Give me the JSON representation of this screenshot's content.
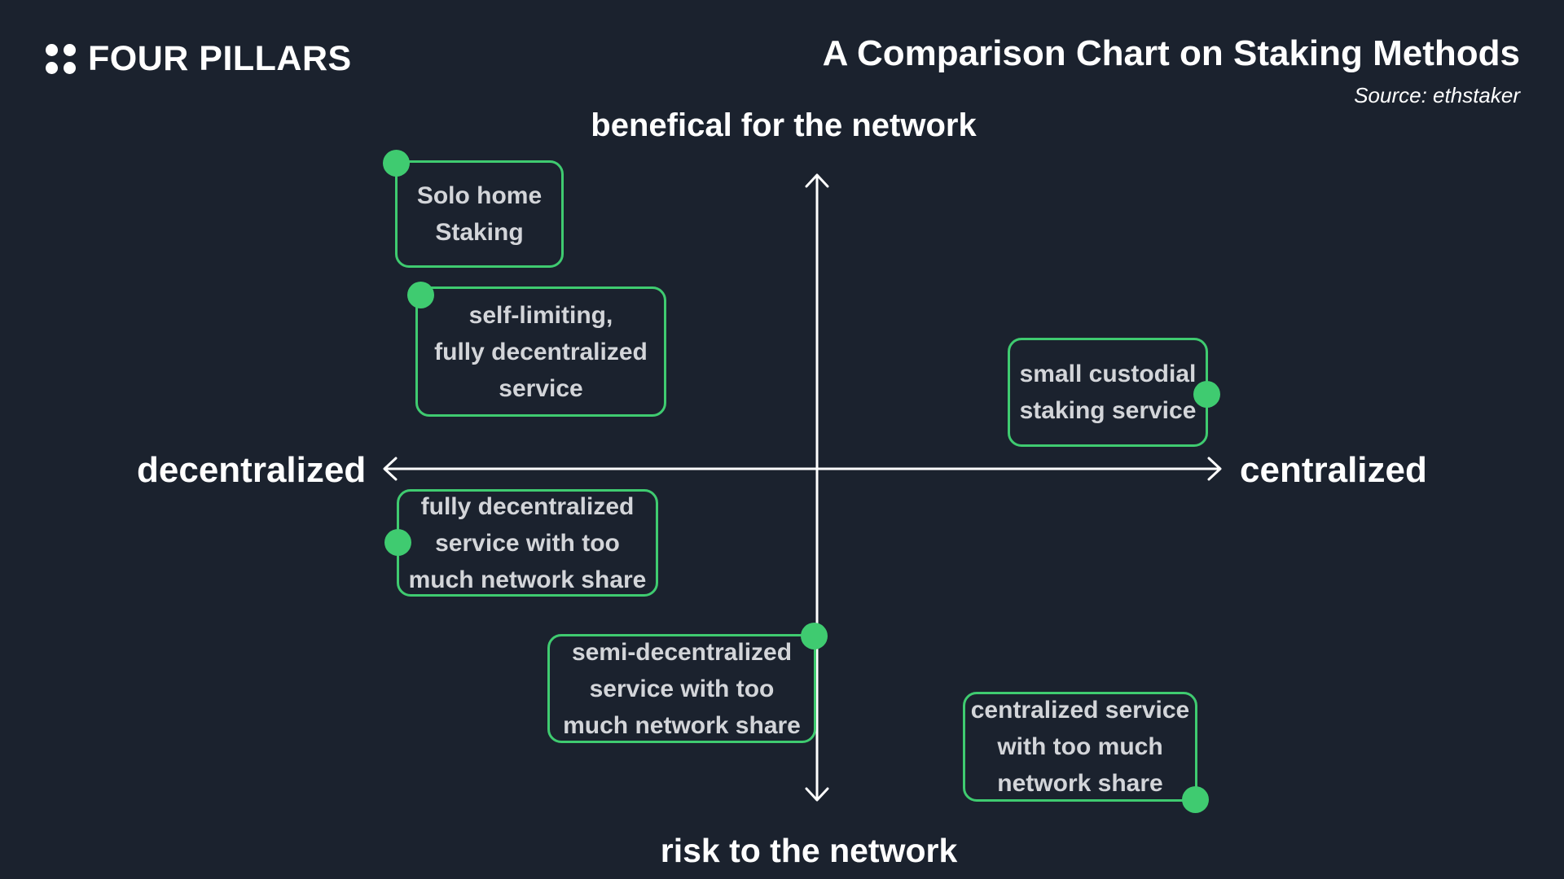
{
  "colors": {
    "background": "#1b222e",
    "accent_green": "#3fcb70",
    "node_text": "#d3d5d9",
    "label_text": "#ffffff"
  },
  "header": {
    "logo_text": "FOUR PILLARS",
    "title": "A Comparison Chart on Staking Methods",
    "source": "Source: ethstaker"
  },
  "axes": {
    "top_label": "benefical for the network",
    "bottom_label": "risk to the network",
    "left_label": "decentralized",
    "right_label": "centralized"
  },
  "nodes": [
    {
      "id": "solo-home-staking",
      "dot_anchor": "top-left",
      "lines": [
        "Solo home",
        "Staking"
      ]
    },
    {
      "id": "self-limiting-fully-decentralized-service",
      "dot_anchor": "top-left",
      "lines": [
        "self-limiting,",
        "fully decentralized",
        "service"
      ]
    },
    {
      "id": "small-custodial-staking-service",
      "dot_anchor": "middle-right",
      "lines": [
        "small custodial",
        "staking service"
      ]
    },
    {
      "id": "fully-decentralized-service-with-too-much-network-share",
      "dot_anchor": "middle-left",
      "lines": [
        "fully decentralized",
        "service with too",
        "much network share"
      ]
    },
    {
      "id": "semi-decentralized-service-with-too-much-network-share",
      "dot_anchor": "top-right",
      "lines": [
        "semi-decentralized",
        "service with too",
        "much network share"
      ]
    },
    {
      "id": "centralized-service-with-too-much-network-share",
      "dot_anchor": "bottom-right",
      "lines": [
        "centralized service",
        "with too much",
        "network share"
      ]
    }
  ]
}
